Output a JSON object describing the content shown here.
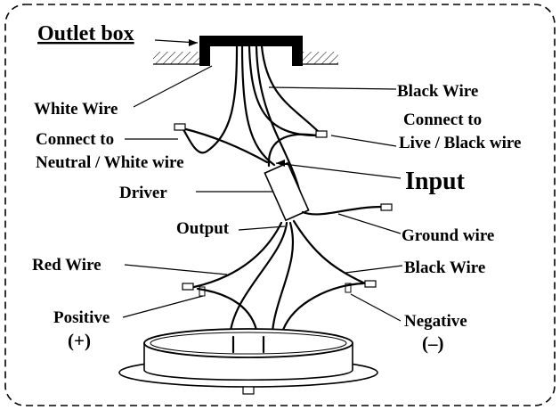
{
  "diagram": {
    "labels": {
      "outlet_box": "Outlet box",
      "white_wire": "White Wire",
      "black_wire_top": "Black  Wire",
      "connect_live_1": "Connect to",
      "connect_live_2": "Live / Black wire",
      "connect_neutral_1": "Connect to",
      "connect_neutral_2": "Neutral / White wire",
      "input": "Input",
      "driver": "Driver",
      "output": "Output",
      "ground_wire": "Ground wire",
      "red_wire": "Red  Wire",
      "black_wire_bottom": "Black  Wire",
      "positive": "Positive",
      "positive_sign": "(+)",
      "negative": "Negative",
      "negative_sign": "(–)"
    }
  }
}
